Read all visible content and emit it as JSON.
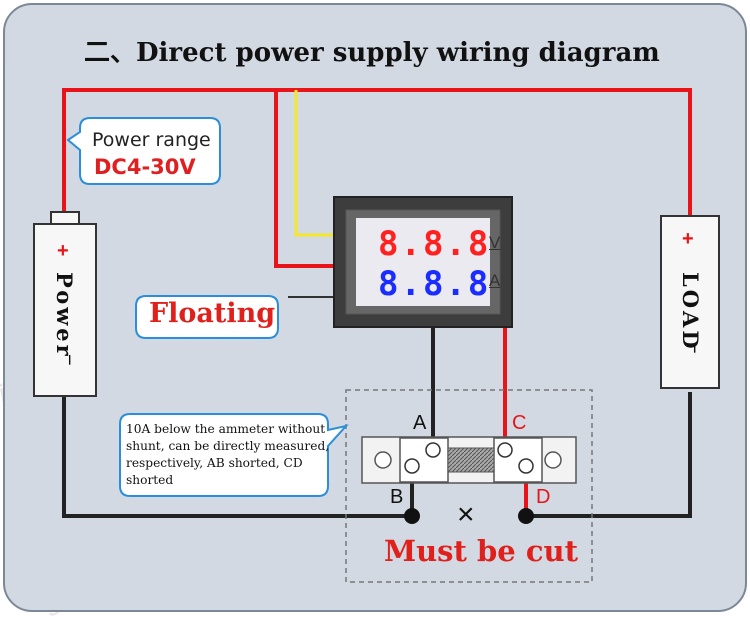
{
  "title": "二、Direct power supply wiring diagram",
  "power_range": {
    "label": "Power range",
    "value": "DC4-30V"
  },
  "floating_label": "Floating",
  "note_text": "10A below the ammeter without shunt, can be directly measured, respectively, AB shorted, CD shorted",
  "must_be_cut": "Must be cut",
  "power_source": {
    "label": "Power",
    "plus": "+",
    "minus": "−"
  },
  "load": {
    "label": "LOAD",
    "plus": "+",
    "minus": "−"
  },
  "meter": {
    "voltage_digits": "8.8.8",
    "current_digits": "8.8.8",
    "voltage_unit": "V",
    "current_unit": "A"
  },
  "points": {
    "a": "A",
    "b": "B",
    "c": "C",
    "d": "D"
  },
  "cut_mark": "×",
  "watermark": "sincere&promise",
  "colors": {
    "red_wire": "#e8141a",
    "black_wire": "#222222",
    "yellow_wire": "#f5e62a",
    "callout_border": "#2a8fd8",
    "voltage_red": "#ff2020",
    "current_blue": "#1a2cff"
  }
}
